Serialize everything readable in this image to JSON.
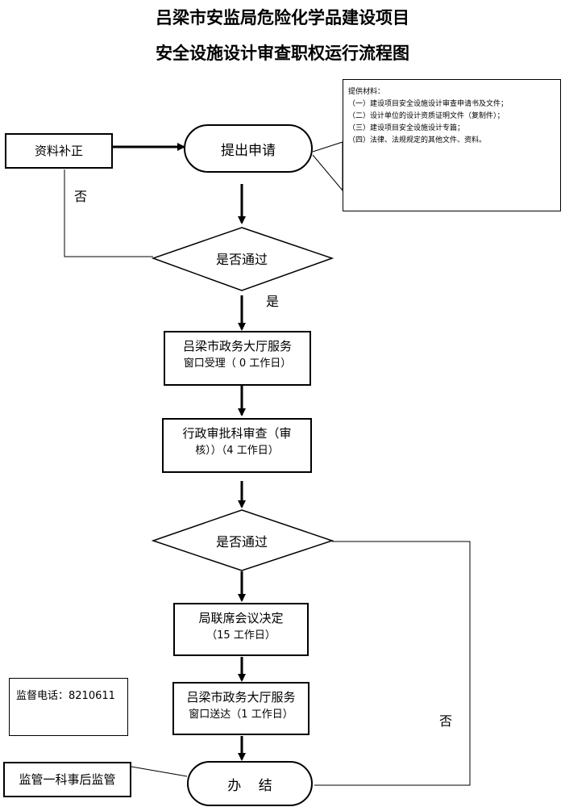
{
  "title": {
    "line1": "吕梁市安监局危险化学品建设项目",
    "line2": "安全设施设计审查职权运行流程图"
  },
  "nodes": {
    "supplement": "资料补正",
    "submit": "提出申请",
    "decision1": "是否通过",
    "window_accept": {
      "line1": "吕梁市政务大厅服务",
      "line2": "窗口受理（ 0 工作日）"
    },
    "admin_review": {
      "line1": "行政审批科审查（审",
      "line2": "核））（4 工作日）"
    },
    "decision2": "是否通过",
    "joint_meeting": {
      "line1": "局联席会议决定",
      "line2": "（15 工作日）"
    },
    "window_deliver": {
      "line1": "吕梁市政务大厅服务",
      "line2": "窗口送达（1 工作日）"
    },
    "finish": "办    结",
    "supervision": "监管一科事后监管",
    "hotline": "监督电话：8210611"
  },
  "labels": {
    "no1": "否",
    "yes1": "是",
    "no2": "否"
  },
  "materials": {
    "heading": "提供材料：",
    "items": [
      "（一）建设项目安全设施设计审查申请书及文件；",
      "（二）设计单位的设计资质证明文件（复制件）；",
      "（三）建设项目安全设施设计专篇；",
      "（四）法律、法规规定的其他文件、资料。"
    ]
  }
}
